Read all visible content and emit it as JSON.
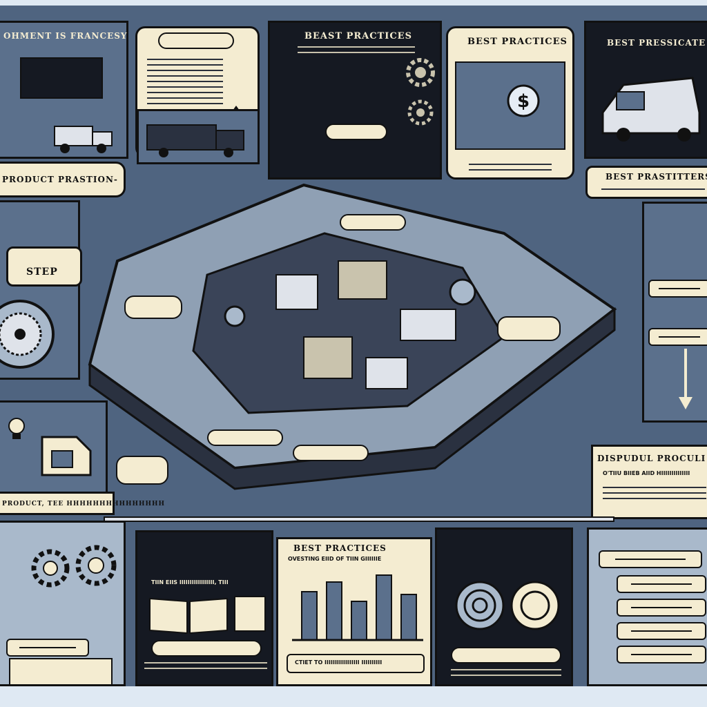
{
  "headings": {
    "top_left": "OHMENT IS FRANCESY",
    "top_center": "BEAST PRACTICES",
    "top_right_a": "BEST PRACTICES",
    "top_right_b": "BEST PRESSICATE",
    "left_banner": "PRODUCT PRASTION-",
    "left_step": "STEP",
    "right_banner": "BEST PRASTITTERS",
    "right_lower": "DISPUDUL PROCULI",
    "right_lower_sub": "O'TIIU BIIEB AIID HIIIIIIIIIIIIII",
    "lower_left_banner": "PRODUCT, TEE HHHHHHHHHHHHHHH",
    "bottom_center": "BEST PRACTICES",
    "bottom_center_sub": "OVESTING EIID OF TIIN GIIIIIIE",
    "book_caption": "TIIN EIIS IIIIIIIIIIIIIIIII, TIII",
    "chart_caption": "CTIET TO IIIIIIIIIIIIIIIII IIIIIIIIII"
  },
  "colors": {
    "navy": "#151922",
    "cream": "#f4ecd1",
    "slate": "#5b708c",
    "steel": "#4f6480"
  },
  "icons": [
    "dollar-coin-icon",
    "gear-icon",
    "truck-icon",
    "lightbulb-icon",
    "book-icon",
    "chart-icon",
    "arrow-icon"
  ]
}
